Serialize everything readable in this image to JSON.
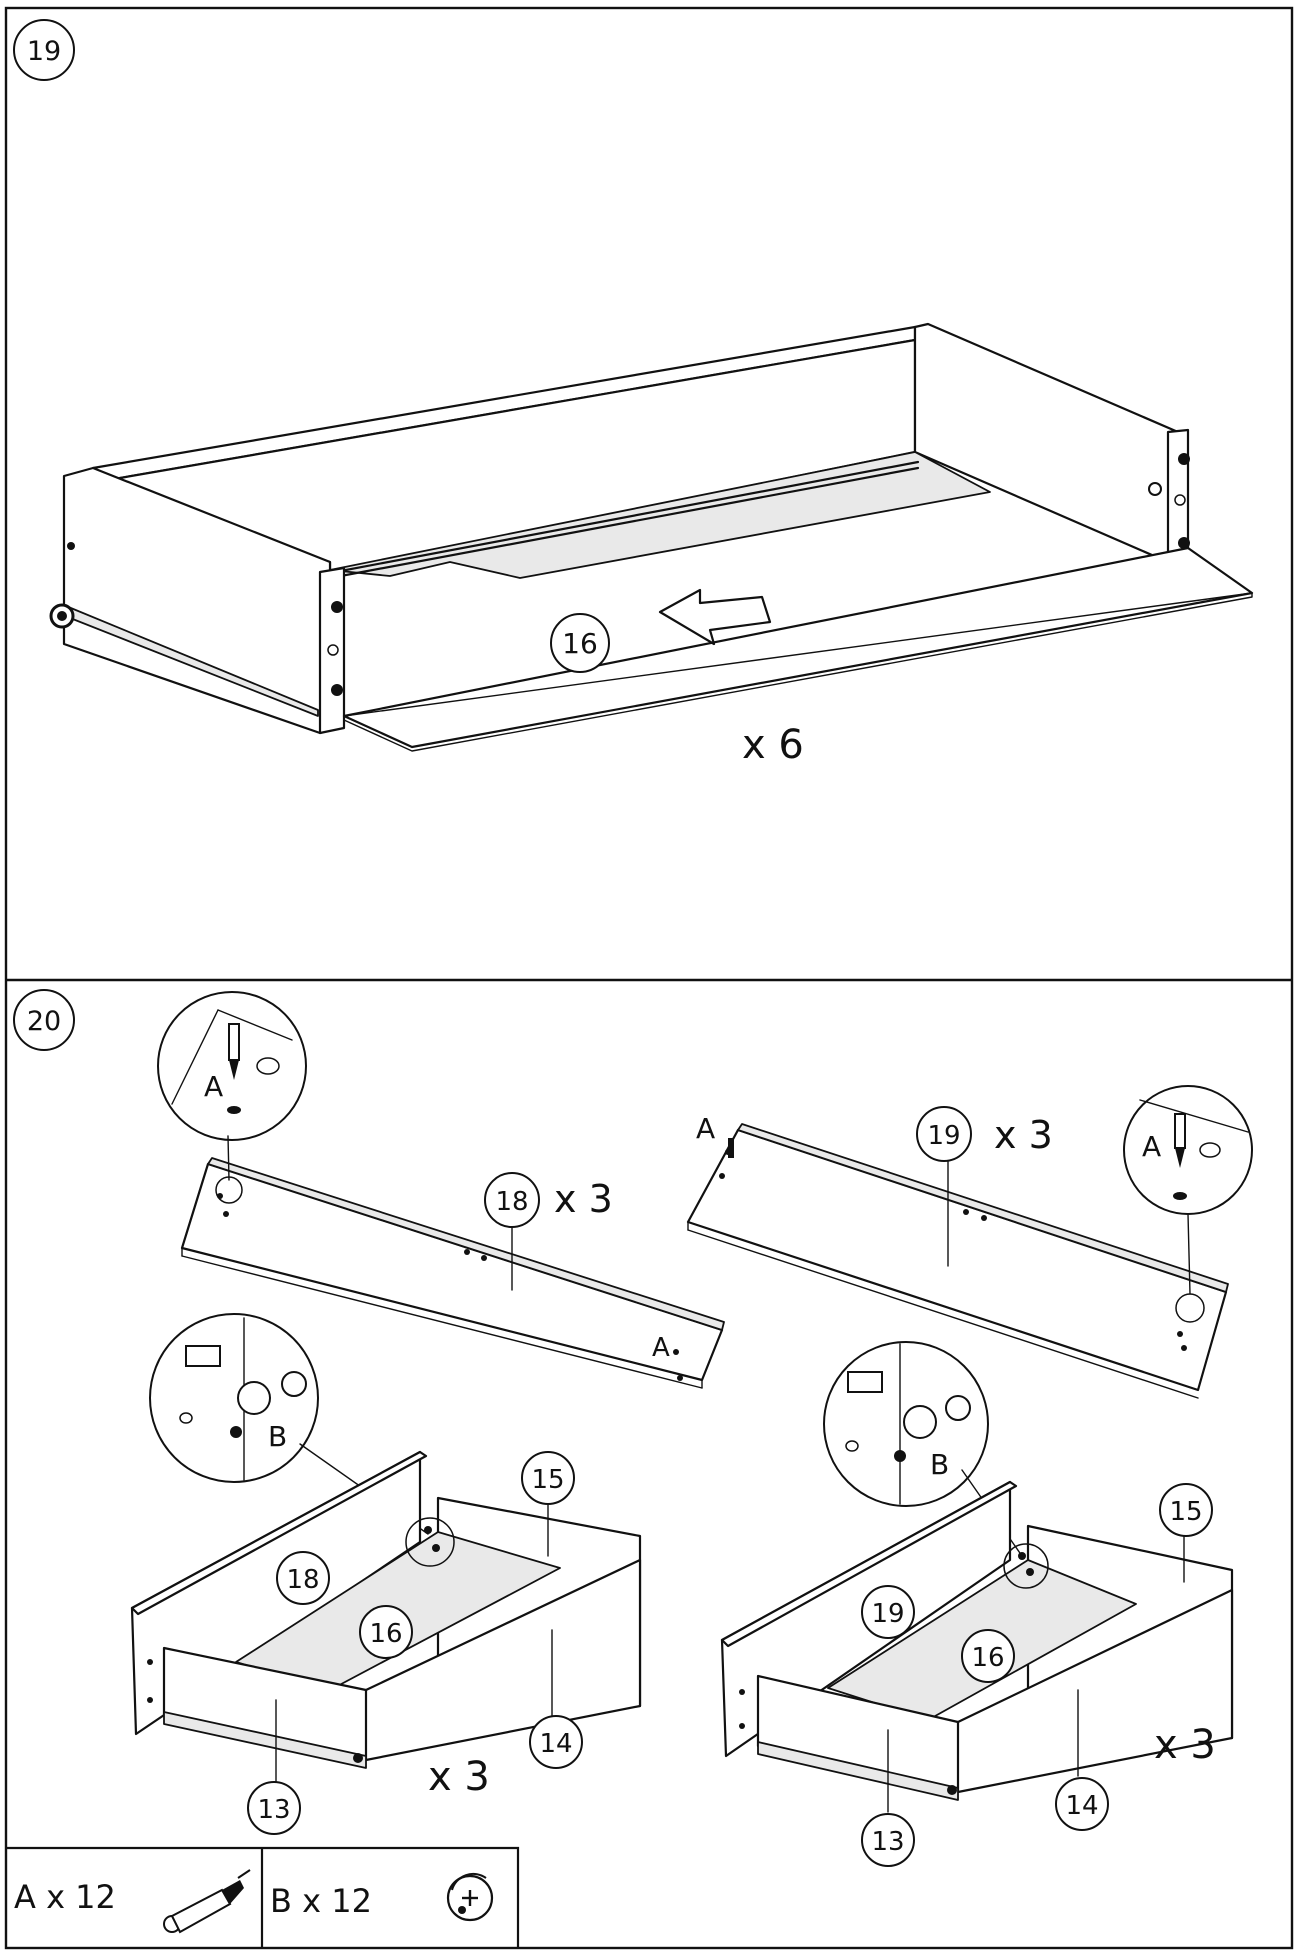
{
  "steps": [
    {
      "number": "19",
      "callouts": {
        "part_16": "16"
      },
      "quantity": "x 6"
    },
    {
      "number": "20",
      "left": {
        "rail_part": "18",
        "rail_quantity": "x 3",
        "hardware_a": "A",
        "hardware_a_2": "A",
        "hardware_b": "B",
        "box_parts": {
          "p18": "18",
          "p16": "16",
          "p15": "15",
          "p14": "14",
          "p13": "13"
        },
        "quantity": "x 3"
      },
      "right": {
        "rail_part": "19",
        "rail_quantity": "x 3",
        "hardware_a": "A",
        "hardware_a_2": "A",
        "hardware_b": "B",
        "box_parts": {
          "p19": "19",
          "p16": "16",
          "p15": "15",
          "p14": "14",
          "p13": "13"
        },
        "quantity": "x 3"
      }
    }
  ],
  "hardware_legend": [
    {
      "label": "A x 12",
      "icon": "dowel-screw-icon"
    },
    {
      "label": "B x 12",
      "icon": "cam-lock-icon"
    }
  ]
}
